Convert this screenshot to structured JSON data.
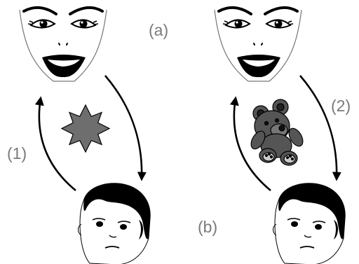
{
  "labels": {
    "panel_a": "(a)",
    "panel_b": "(b)",
    "arrow_1": "(1)",
    "arrow_2": "(2)"
  },
  "colors": {
    "outline": "#000000",
    "label": "#7a7a7a",
    "star_fill": "#6e6e6e",
    "teddy_fill": "#555555",
    "teddy_dark": "#222222",
    "background": "#ffffff"
  },
  "icons": {
    "adult_face": "woman-face-icon",
    "infant_face": "baby-face-icon",
    "object_left": "star-shape",
    "object_right": "teddy-bear-icon"
  }
}
